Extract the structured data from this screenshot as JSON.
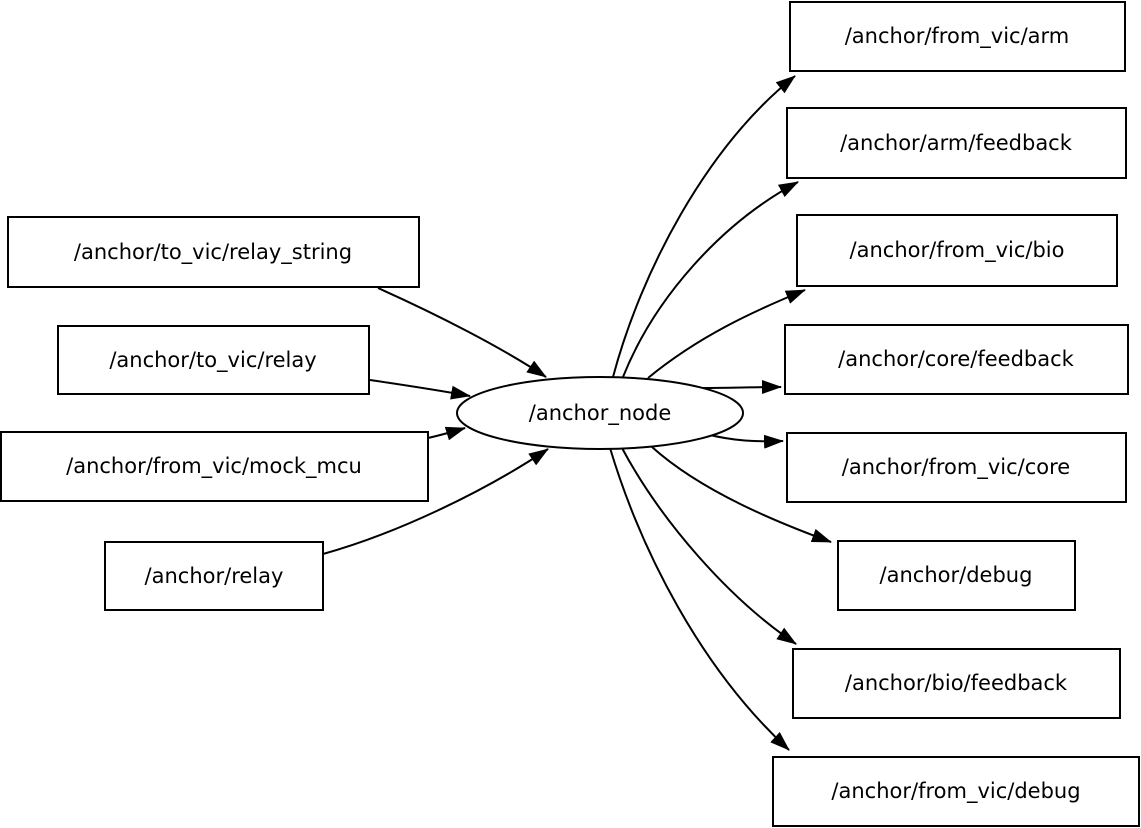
{
  "graph": {
    "node": "/anchor_node",
    "subscribed_topics": [
      "/anchor/to_vic/relay_string",
      "/anchor/to_vic/relay",
      "/anchor/from_vic/mock_mcu",
      "/anchor/relay"
    ],
    "published_topics": [
      "/anchor/from_vic/arm",
      "/anchor/arm/feedback",
      "/anchor/from_vic/bio",
      "/anchor/core/feedback",
      "/anchor/from_vic/core",
      "/anchor/debug",
      "/anchor/bio/feedback",
      "/anchor/from_vic/debug"
    ],
    "colors": {
      "background": "#ffffff",
      "node_fill": "#ffffff",
      "stroke": "#000000",
      "text": "#000000"
    }
  }
}
